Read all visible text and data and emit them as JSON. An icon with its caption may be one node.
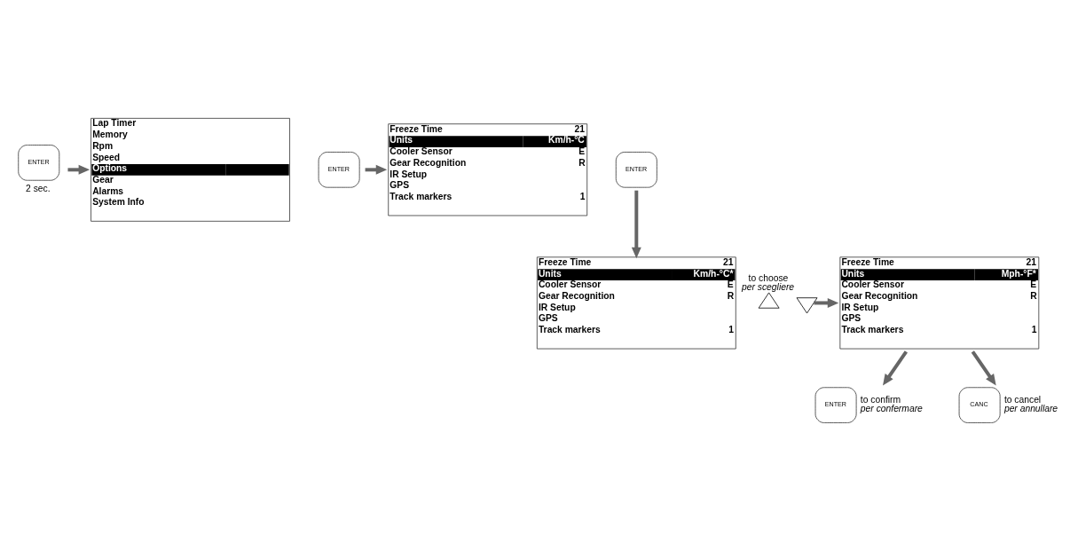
{
  "diagram": {
    "nodes": [
      {
        "text": [
          "ENTER"
        ],
        "beside": [
          "2 sec."
        ]
      },
      {
        "text": [
          "Lap Timer",
          "Memory",
          "Rpm",
          "Speed",
          "Options",
          "Gear",
          "Alarms",
          "System Info"
        ]
      },
      {
        "text": [
          "ENTER"
        ]
      },
      {
        "text": [
          "Freeze Time",
          "21",
          "Units",
          "Km/h-°C",
          "Cooler Sensor",
          "E",
          "Gear Recognition",
          "R",
          "IR Setup",
          "GPS",
          "Track markers",
          "1"
        ]
      },
      {
        "text": [
          "ENTER"
        ]
      },
      {
        "text": [
          "Freeze Time",
          "21",
          "Units",
          "Km/h-°C*",
          "Cooler Sensor",
          "E",
          "Gear Recognition",
          "R",
          "IR Setup",
          "GPS",
          "Track markers",
          "1"
        ]
      },
      {
        "text": [],
        "shape": "triangle"
      },
      {
        "text": [],
        "shape": "triangle",
        "beside": [
          "to choose",
          "per scegliere"
        ]
      },
      {
        "text": [
          "Freeze Time",
          "21",
          "Units",
          "Mph-°F*",
          "Cooler Sensor",
          "E",
          "Gear Recognition",
          "R",
          "IR Setup",
          "GPS",
          "Track markers",
          "1"
        ]
      },
      {
        "text": [
          "ENTER"
        ],
        "beside": [
          "to confirm",
          "per confermare"
        ]
      },
      {
        "text": [
          "CANC"
        ],
        "beside": [
          "to cancel",
          "per annullare"
        ]
      }
    ],
    "edges": [
      {
        "from": 0,
        "to": 1,
        "arrow": "to"
      },
      {
        "from": 2,
        "to": 3,
        "arrow": "to"
      },
      {
        "from": 4,
        "to": 5,
        "arrow": "to"
      },
      {
        "from": 7,
        "to": 8,
        "arrow": "to"
      },
      {
        "from": 8,
        "to": 9,
        "arrow": "to"
      },
      {
        "from": 8,
        "to": 10,
        "arrow": "to"
      }
    ]
  }
}
